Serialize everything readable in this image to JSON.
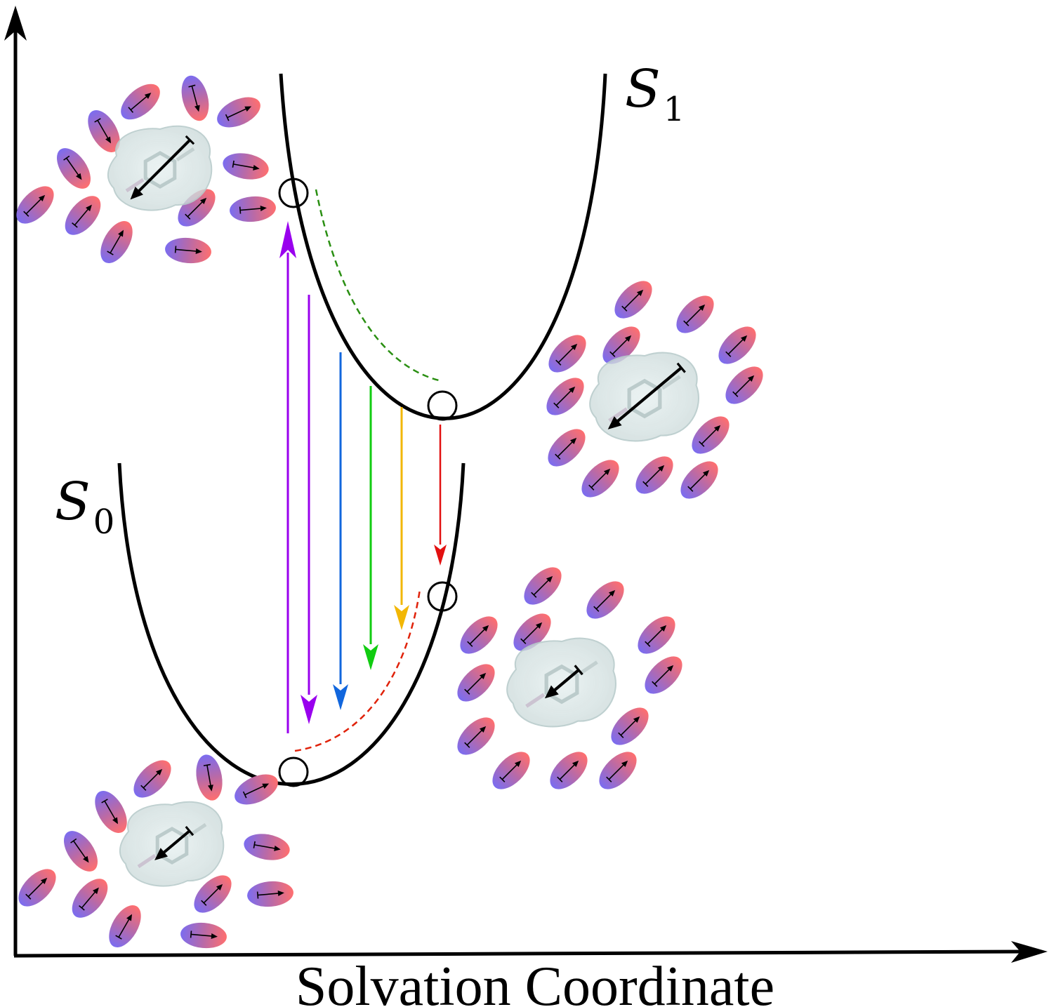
{
  "axes": {
    "x_label": "Solvation Coordinate",
    "y_label": ""
  },
  "states": {
    "excited": {
      "symbol": "S",
      "subscript": "1"
    },
    "ground": {
      "symbol": "S",
      "subscript": "0"
    }
  },
  "colors": {
    "curve": "#000000",
    "excitation": "#9900ee",
    "emission": [
      "#9900ee",
      "#1166dd",
      "#11cc11",
      "#f2b705",
      "#e21010"
    ],
    "relaxation_excited": "#2a8f12",
    "relaxation_ground": "#e0220a",
    "solvent_positive": "#ff6f6f",
    "solvent_negative": "#7b6cf0",
    "solute_glow": "#d7e6e6"
  },
  "icons": {
    "solvent": "solvent-dipole-icon",
    "solute": "solute-molecule-icon",
    "crossing": "state-point-circle"
  }
}
